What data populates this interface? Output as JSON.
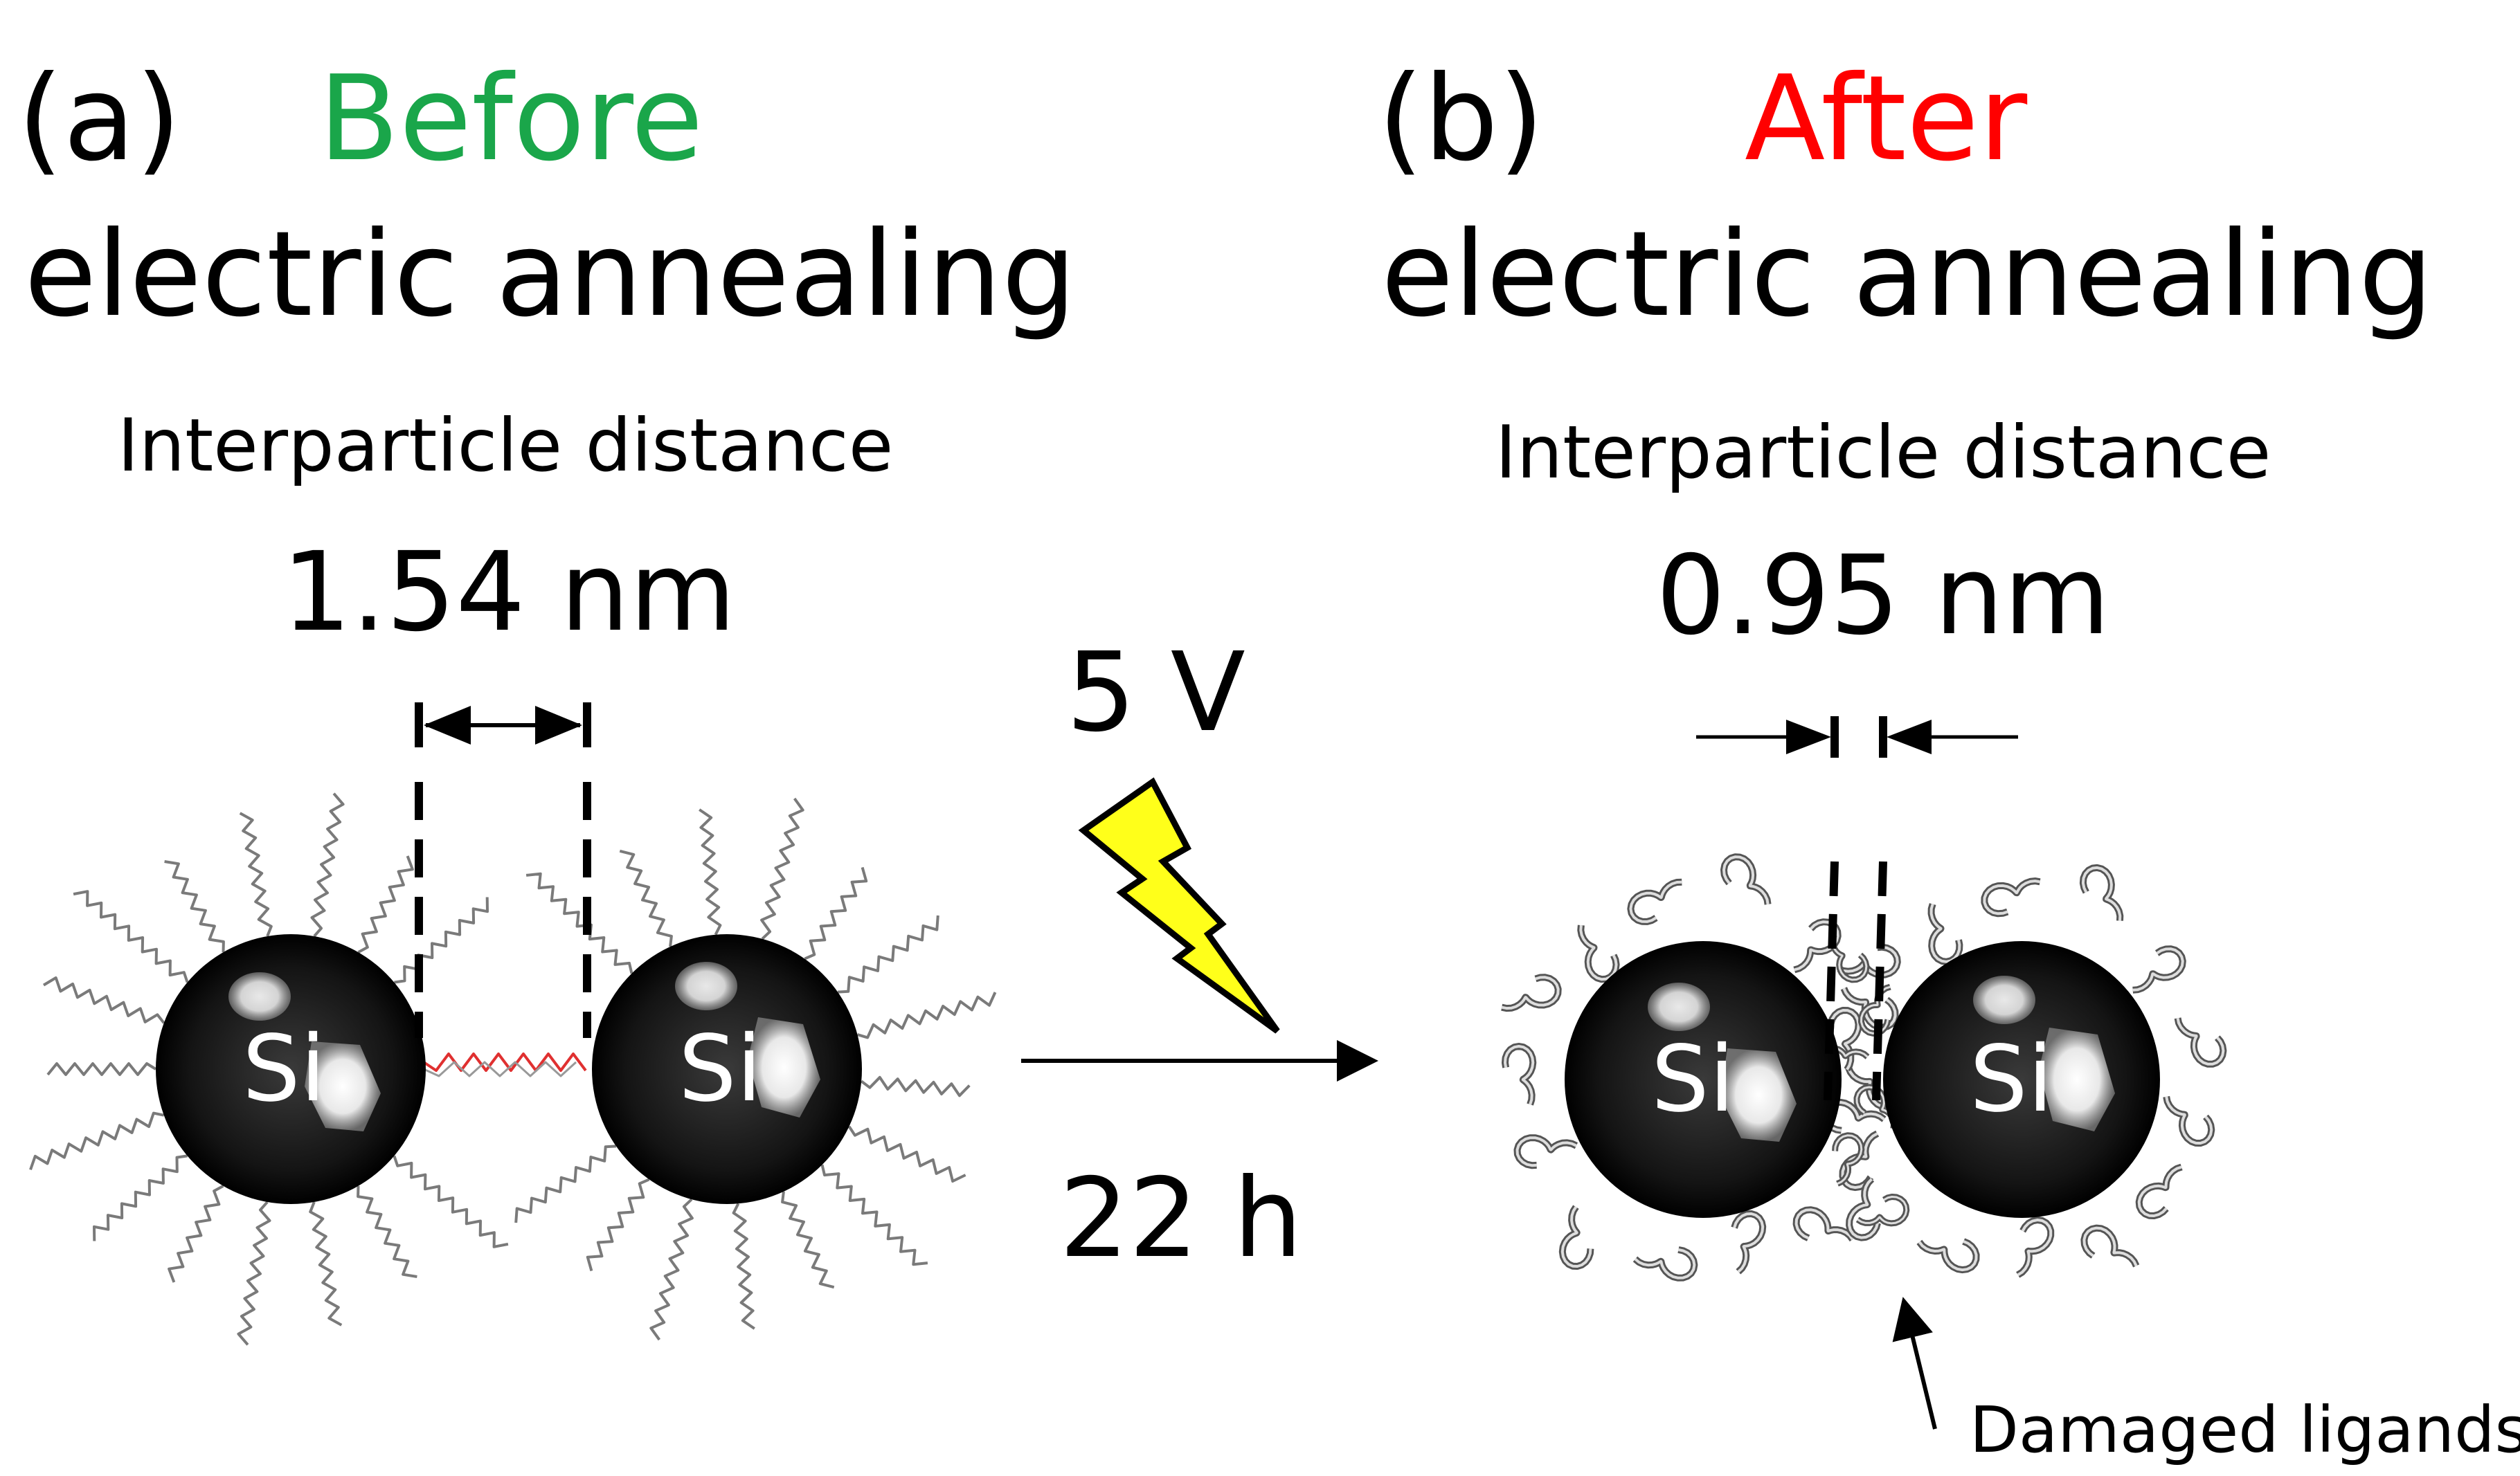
{
  "panel_a": {
    "letter": "(a)",
    "state": "Before",
    "state_color": "#1aa64a",
    "subtitle": "electric annealing",
    "distance_label": "Interparticle distance",
    "distance_value": "1.54 nm",
    "particle_left": "Si",
    "particle_right": "Si"
  },
  "panel_b": {
    "letter": "(b)",
    "state": "After",
    "state_color": "#ff0000",
    "subtitle": "electric annealing",
    "distance_label": "Interparticle distance",
    "distance_value": "0.95 nm",
    "particle_left": "Si",
    "particle_right": "Si",
    "annotation": "Damaged ligands"
  },
  "process": {
    "voltage": "5 V",
    "duration": "22 h"
  },
  "colors": {
    "text": "#000000",
    "bolt_fill": "#ffff1a",
    "ligand": "#7a7a7a",
    "bridge_ligand": "#e03030",
    "particle": "#1a1a1a"
  },
  "icons": [
    "lightning-bolt-icon",
    "arrow-right-icon"
  ]
}
